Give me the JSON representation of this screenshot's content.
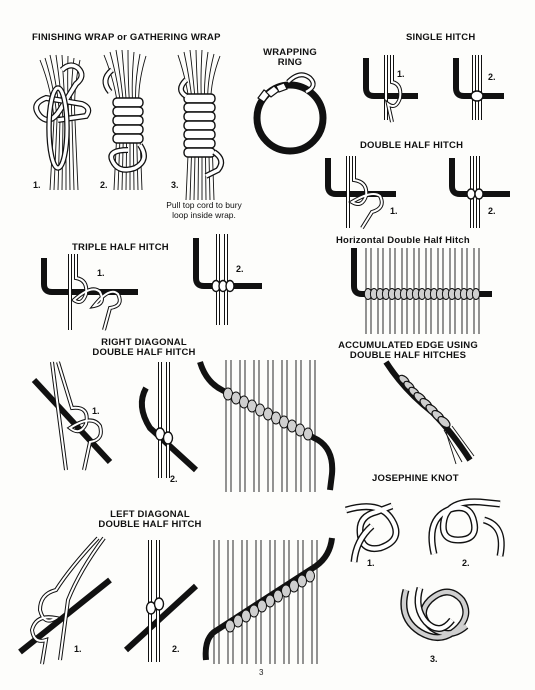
{
  "sections": {
    "finishing_wrap": {
      "title": "FINISHING WRAP or GATHERING WRAP",
      "steps": [
        "1.",
        "2.",
        "3."
      ],
      "note_line1": "Pull top cord to bury",
      "note_line2": "loop inside wrap."
    },
    "wrapping_ring": {
      "title_line1": "WRAPPING",
      "title_line2": "RING"
    },
    "single_hitch": {
      "title": "SINGLE HITCH",
      "steps": [
        "1.",
        "2."
      ]
    },
    "double_half_hitch": {
      "title": "DOUBLE HALF HITCH",
      "steps": [
        "1.",
        "2."
      ]
    },
    "triple_half_hitch": {
      "title": "TRIPLE HALF HITCH",
      "steps": [
        "1.",
        "2."
      ]
    },
    "horizontal_dhh": {
      "title": "Horizontal Double Half Hitch"
    },
    "right_diagonal": {
      "title_line1": "RIGHT DIAGONAL",
      "title_line2": "DOUBLE HALF HITCH",
      "steps": [
        "1.",
        "2."
      ]
    },
    "accumulated_edge": {
      "title_line1": "ACCUMULATED EDGE USING",
      "title_line2": "DOUBLE HALF HITCHES"
    },
    "josephine_knot": {
      "title": "JOSEPHINE KNOT",
      "steps": [
        "1.",
        "2.",
        "3."
      ]
    },
    "left_diagonal": {
      "title_line1": "LEFT DIAGONAL",
      "title_line2": "DOUBLE HALF HITCH",
      "steps": [
        "1.",
        "2."
      ]
    }
  },
  "page_number": "3",
  "colors": {
    "ink": "#111111",
    "cord_fill": "#ffffff",
    "shade": "#cfcfcf",
    "paper": "#fdfdfb"
  }
}
